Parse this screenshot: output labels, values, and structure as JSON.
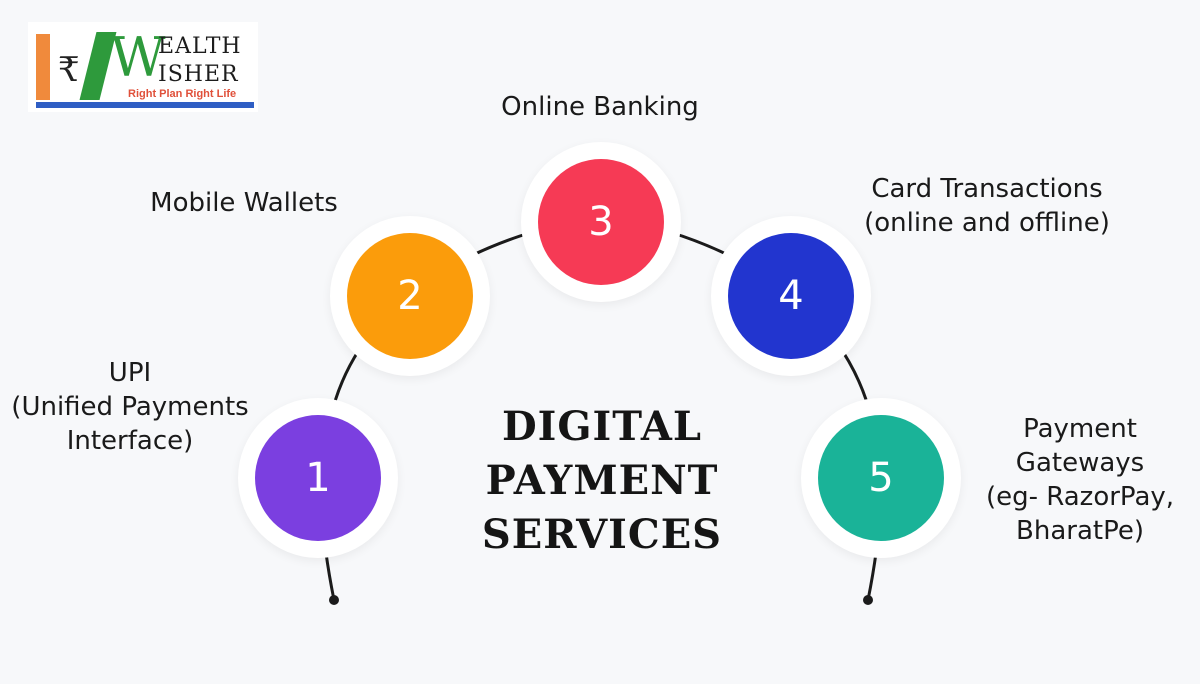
{
  "logo": {
    "rupee": "₹",
    "big_letter": "W",
    "line1": "EALTH",
    "line2": "ISHER",
    "tagline": "Right Plan Right Life"
  },
  "title_lines": [
    "DIGITAL",
    "PAYMENT",
    "SERVICES"
  ],
  "nodes": [
    {
      "number": "1",
      "color": "#7b3fe0",
      "label_lines": [
        "UPI",
        "(Unified Payments",
        "Interface)"
      ]
    },
    {
      "number": "2",
      "color": "#fb9c0b",
      "label_lines": [
        "Mobile Wallets"
      ]
    },
    {
      "number": "3",
      "color": "#f63a55",
      "label_lines": [
        "Online Banking"
      ]
    },
    {
      "number": "4",
      "color": "#2235cf",
      "label_lines": [
        "Card Transactions",
        "(online and offline)"
      ]
    },
    {
      "number": "5",
      "color": "#1ab398",
      "label_lines": [
        "Payment",
        "Gateways",
        "(eg- RazorPay,",
        "BharatPe)"
      ]
    }
  ]
}
